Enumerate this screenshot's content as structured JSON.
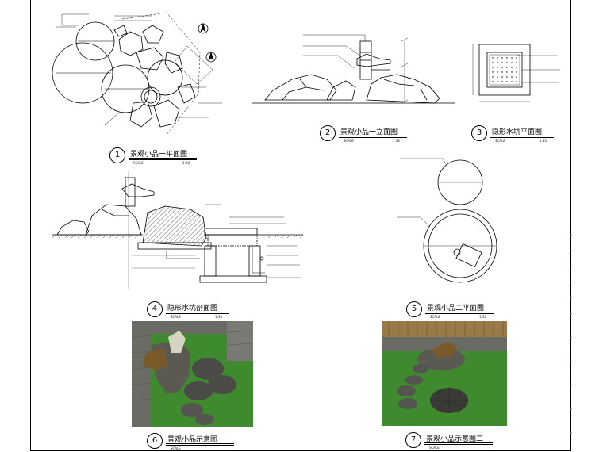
{
  "views": [
    {
      "number": "1",
      "name": "景观小品一平面图",
      "scale_label": "SCALE",
      "ratio": "1:30"
    },
    {
      "number": "2",
      "name": "景观小品一立面图",
      "scale_label": "SCALE",
      "ratio": "1:30"
    },
    {
      "number": "3",
      "name": "隐形水坑平面图",
      "scale_label": "SCALE",
      "ratio": "1:30"
    },
    {
      "number": "4",
      "name": "隐形水坑剖面图",
      "scale_label": "SCALE",
      "ratio": "1:30"
    },
    {
      "number": "5",
      "name": "景观小品二平面图",
      "scale_label": "SCALE",
      "ratio": "1:30"
    },
    {
      "number": "6",
      "name": "景观小品示意图一",
      "scale_label": "SCALE",
      "ratio": ""
    },
    {
      "number": "7",
      "name": "景观小品示意图二",
      "scale_label": "SCALE",
      "ratio": ""
    }
  ],
  "colors": {
    "line": "#000000",
    "grass": "#3f8a2e",
    "stone": "#5a5a52",
    "wall": "#6b6b66",
    "bamboo": "#9a7a4a"
  }
}
